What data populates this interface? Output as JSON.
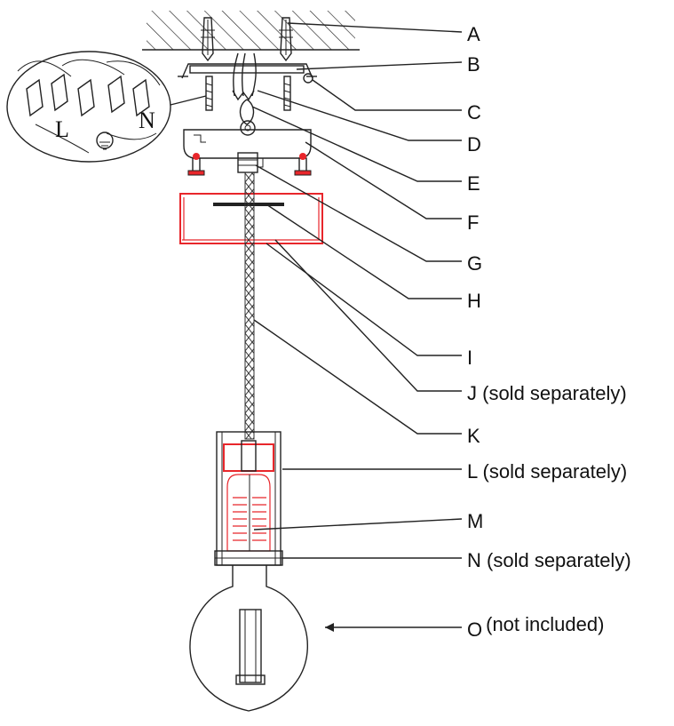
{
  "colors": {
    "line": "#222222",
    "highlight": "#e8262b",
    "background": "#ffffff"
  },
  "wiring_detail": {
    "live_label": "L",
    "neutral_label": "N"
  },
  "parts": [
    {
      "letter": "A",
      "note": ""
    },
    {
      "letter": "B",
      "note": ""
    },
    {
      "letter": "C",
      "note": ""
    },
    {
      "letter": "D",
      "note": ""
    },
    {
      "letter": "E",
      "note": ""
    },
    {
      "letter": "F",
      "note": ""
    },
    {
      "letter": "G",
      "note": ""
    },
    {
      "letter": "H",
      "note": ""
    },
    {
      "letter": "I",
      "note": ""
    },
    {
      "letter": "J",
      "note": "(sold separately)"
    },
    {
      "letter": "K",
      "note": ""
    },
    {
      "letter": "L",
      "note": "(sold separately)"
    },
    {
      "letter": "M",
      "note": ""
    },
    {
      "letter": "N",
      "note": "(sold separately)"
    },
    {
      "letter": "O",
      "note": "(not included)"
    }
  ]
}
